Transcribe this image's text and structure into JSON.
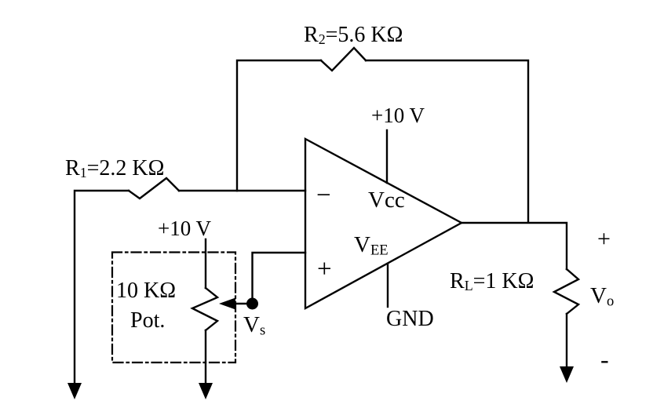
{
  "colors": {
    "ink": "#000000",
    "paper": "#ffffff"
  },
  "labels": {
    "r2": {
      "base": "R",
      "sub": "2",
      "value": "=5.6 KΩ"
    },
    "r1": {
      "base": "R",
      "sub": "1",
      "value": "=2.2 KΩ"
    },
    "opamp": {
      "positive_supply": "+10 V",
      "vcc_pin": "Vcc",
      "vee_base": "V",
      "vee_sub": "EE",
      "inverting_sign": "−",
      "noninverting_sign": "+",
      "ground": "GND"
    },
    "pot": {
      "supply": "+10 V",
      "value": "10 KΩ",
      "name": "Pot."
    },
    "vs": {
      "base": "V",
      "sub": "s"
    },
    "rl": {
      "base": "R",
      "sub": "L",
      "value": "=1 KΩ"
    },
    "vo": {
      "plus": "+",
      "base": "V",
      "sub": "o",
      "minus": "-"
    }
  }
}
